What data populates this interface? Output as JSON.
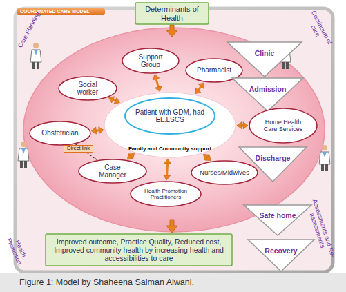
{
  "diagram": {
    "caption": "Figure 1: Model by Shaheena Salman Alwani.",
    "nodes": [
      {
        "text": [
          "Determinants of Health"
        ]
      },
      {
        "text": [
          "Support Group"
        ]
      },
      {
        "text": [
          "Pharmacist"
        ]
      },
      {
        "text": [
          "Clinic"
        ]
      },
      {
        "text": [
          "Social worker"
        ]
      },
      {
        "text": [
          "Admission"
        ]
      },
      {
        "text": [
          "Family and Community support"
        ]
      },
      {
        "text": [
          "Patient with GDM, had EL.LSCS"
        ],
        "in": 6
      },
      {
        "text": [
          "Home Health Care Services"
        ]
      },
      {
        "text": [
          "Obstetrician"
        ]
      },
      {
        "text": [
          "Case Manager"
        ]
      },
      {
        "text": [
          "Nurses/Midwives"
        ]
      },
      {
        "text": [
          "Discharge"
        ]
      },
      {
        "text": [
          "Health Promotion Practitioners"
        ]
      },
      {
        "text": [
          "Safe home"
        ]
      },
      {
        "text": [
          "Recovery"
        ]
      },
      {
        "text": [
          "Improved outcome, Practice Quality, Reduced cost, Improved community health by increasing health and accessibilities to care"
        ]
      }
    ],
    "edges": [
      {
        "from": 1,
        "to": 6,
        "arrow": "both"
      },
      {
        "from": 2,
        "to": 6,
        "arrow": "both"
      },
      {
        "from": 4,
        "to": 6,
        "arrow": "both"
      },
      {
        "from": 8,
        "to": 6,
        "arrow": "both"
      },
      {
        "from": 9,
        "to": 6,
        "arrow": "both"
      },
      {
        "from": 10,
        "to": 6,
        "arrow": "both"
      },
      {
        "from": 11,
        "to": 6,
        "arrow": "both"
      },
      {
        "from": 13,
        "to": 6,
        "arrow": "both"
      },
      {
        "from": 9,
        "to": 10,
        "arrow": "none",
        "label": "Direct link"
      }
    ],
    "labels": [
      "COORDINATED CARE MODEL",
      "Care Planning",
      "Continuum of care",
      "Health Promotion",
      "Assessments and Re-assessments"
    ]
  }
}
